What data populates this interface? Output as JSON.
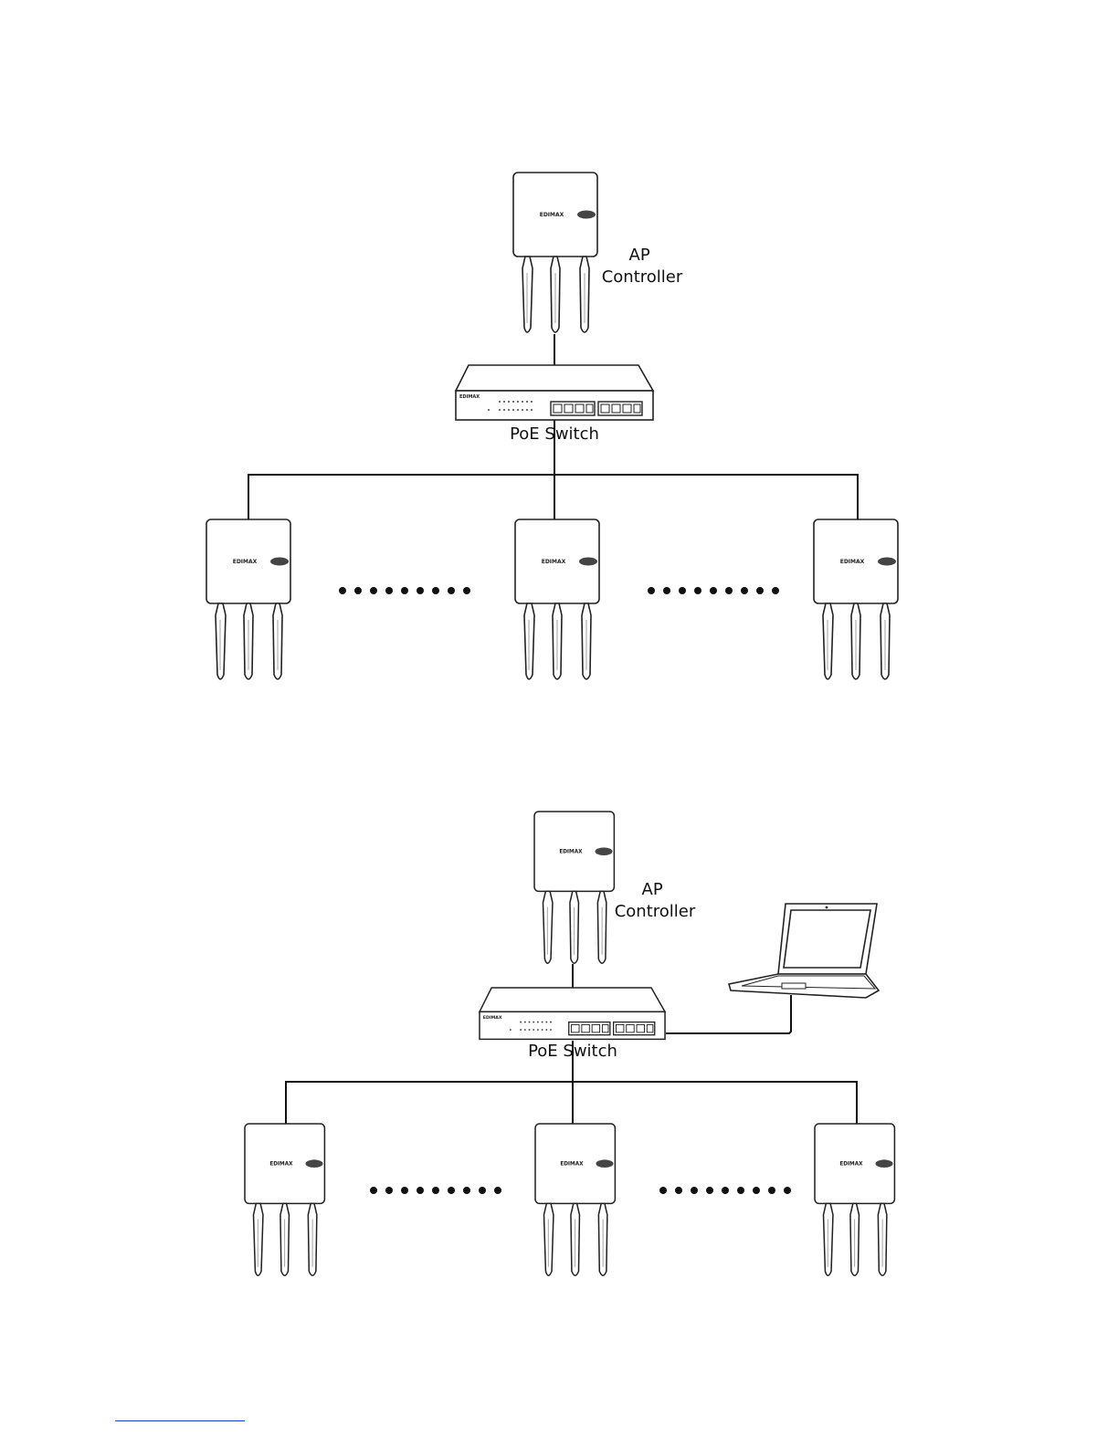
{
  "diagram_top": {
    "controller_label_line1": "AP",
    "controller_label_line2": "Controller",
    "switch_label": "PoE Switch",
    "switch_brand": "EDIMAX",
    "ap_brand": "EDIMAX"
  },
  "diagram_bottom": {
    "controller_label_line1": "AP",
    "controller_label_line2": "Controller",
    "switch_label": "PoE Switch",
    "switch_brand": "EDIMAX",
    "ap_brand": "EDIMAX"
  }
}
